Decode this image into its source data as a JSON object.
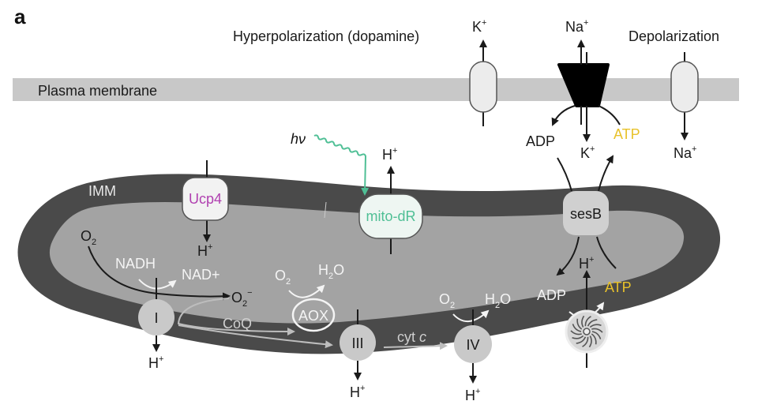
{
  "panel_label": "a",
  "plasma_membrane": {
    "label": "Plasma membrane",
    "hyperpolarization_label": "Hyperpolarization (dopamine)",
    "depolarization_label": "Depolarization",
    "k_channel_out": {
      "ion": "K",
      "charge": "+"
    },
    "na_pump_out": {
      "ion": "Na",
      "charge": "+"
    },
    "na_pump_in": {
      "ion": "K",
      "charge": "+"
    },
    "na_pump_adp": "ADP",
    "na_pump_atp": "ATP",
    "na_channel_in": {
      "ion": "Na",
      "charge": "+"
    }
  },
  "light": {
    "label": "hν"
  },
  "mitochondrion": {
    "membrane_label": "IMM",
    "ucp4": {
      "label": "Ucp4",
      "proton": {
        "ion": "H",
        "charge": "+"
      }
    },
    "mito_dr": {
      "label": "mito-dR",
      "proton": {
        "ion": "H",
        "charge": "+"
      }
    },
    "sesb": {
      "label": "sesB",
      "adp_out": "ADP",
      "atp_out": "ATP",
      "adp_in": "ADP",
      "atp_in": "ATP"
    },
    "atp_synthase": {
      "proton": {
        "ion": "H",
        "charge": "+"
      }
    },
    "complex_i": {
      "label": "I",
      "nadh": "NADH",
      "nad": "NAD+",
      "o2": "O",
      "o2_sub": "2",
      "superoxide": "O",
      "superoxide_sub": "2",
      "superoxide_sup": "−",
      "proton": {
        "ion": "H",
        "charge": "+"
      }
    },
    "coq_label": "CoQ",
    "aox": {
      "label": "AOX",
      "o2": "O",
      "o2_sub": "2",
      "h2o_a": "H",
      "h2o_sub": "2",
      "h2o_b": "O"
    },
    "complex_iii": {
      "label": "III",
      "proton": {
        "ion": "H",
        "charge": "+"
      }
    },
    "cytc_label_a": "cyt ",
    "cytc_label_b": "c",
    "complex_iv": {
      "label": "IV",
      "o2": "O",
      "o2_sub": "2",
      "h2o_a": "H",
      "h2o_sub": "2",
      "h2o_b": "O",
      "proton": {
        "ion": "H",
        "charge": "+"
      }
    }
  },
  "colors": {
    "membrane_band": "#c8c8c8",
    "imm": "#4a4a4a",
    "matrix": "#a3a3a3",
    "ucp4_text": "#b040b0",
    "mito_dr_text": "#4fbf95",
    "atp_text": "#e8c22a",
    "light_wave": "#4fbf95"
  }
}
